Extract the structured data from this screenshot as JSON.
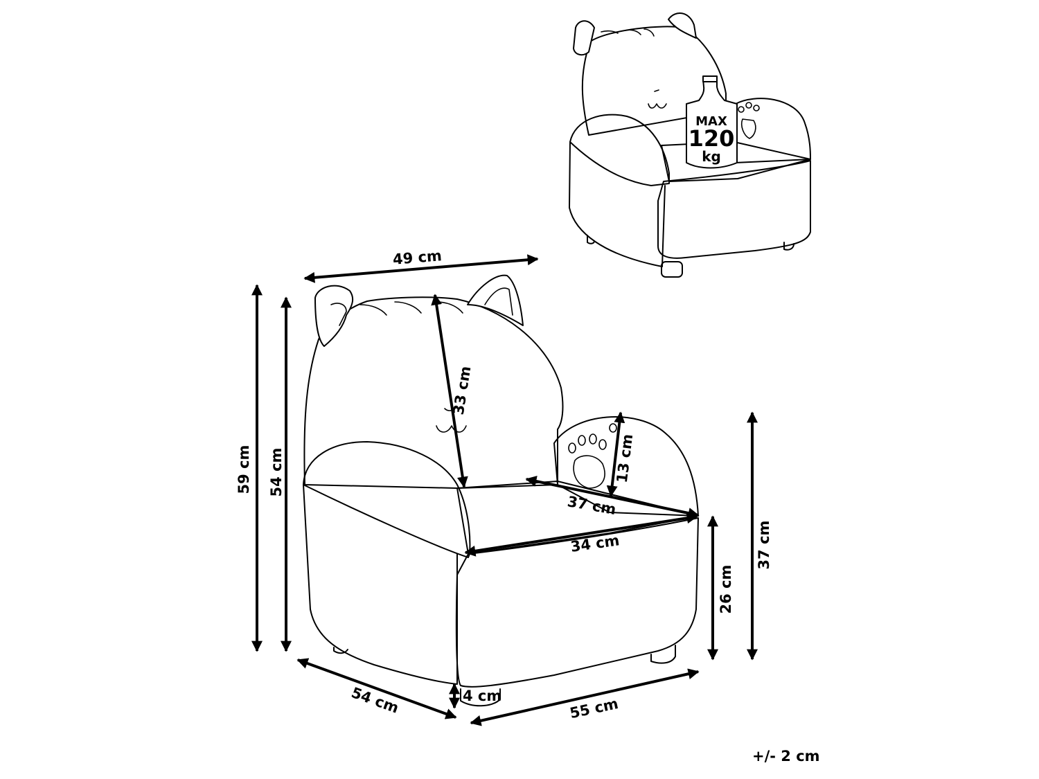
{
  "dimensions": {
    "top_width": "49 cm",
    "total_height": "59 cm",
    "body_height": "54 cm",
    "backrest_height": "33 cm",
    "armrest_height": "13 cm",
    "seat_depth": "37 cm",
    "seat_width": "34 cm",
    "front_height": "26 cm",
    "seat_floor_height": "37 cm",
    "leg_height": "4 cm",
    "depth": "54 cm",
    "width": "55 cm"
  },
  "load_badge": {
    "line1": "MAX",
    "line2": "120",
    "line3": "kg"
  },
  "tolerance": "+/- 2 cm"
}
